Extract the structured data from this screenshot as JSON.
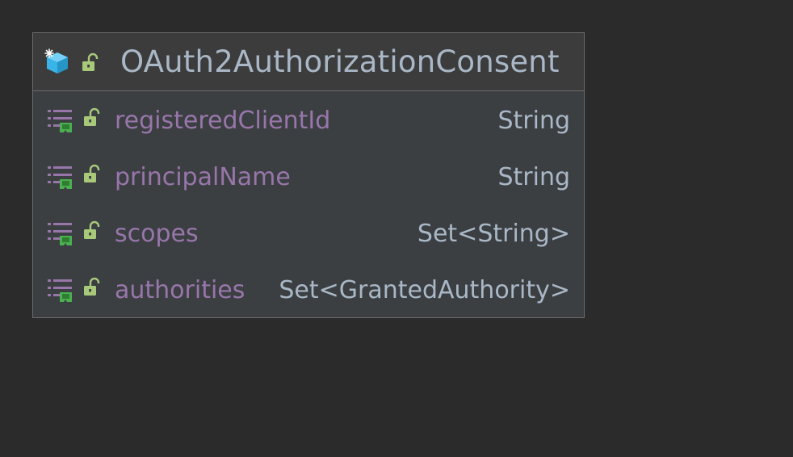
{
  "class": {
    "name": "OAuth2AuthorizationConsent",
    "icon": "record-class-icon",
    "visibility_icon": "unlocked-icon"
  },
  "fields": [
    {
      "name": "registeredClientId",
      "type": "String"
    },
    {
      "name": "principalName",
      "type": "String"
    },
    {
      "name": "scopes",
      "type": "Set<String>"
    },
    {
      "name": "authorities",
      "type": "Set<GrantedAuthority>"
    }
  ],
  "colors": {
    "background": "#2b2b2b",
    "header_bg": "#3c3c3c",
    "body_bg": "#3b3f42",
    "border": "#6b6b6b",
    "title_text": "#a9b7c6",
    "field_name": "#9876aa",
    "field_type": "#a9b7c6",
    "class_icon": "#3ab4e8",
    "lock_icon": "#a8c97a",
    "field_icon": "#9876aa",
    "field_badge": "#4caf50"
  }
}
